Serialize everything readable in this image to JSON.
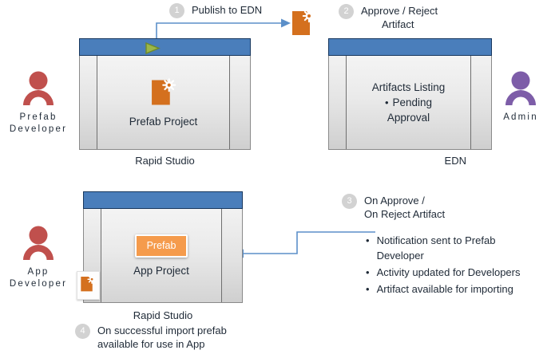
{
  "actors": [
    {
      "name": "prefab-developer",
      "label": "Prefab\nDeveloper",
      "line1": "Prefab",
      "line2": "Developer",
      "color": "#c0504d"
    },
    {
      "name": "admin",
      "label": "Admin",
      "line1": "Admin",
      "line2": "",
      "color": "#7d5da8"
    },
    {
      "name": "app-developer",
      "label": "App\nDeveloper",
      "line1": "App",
      "line2": "Developer",
      "color": "#c0504d"
    }
  ],
  "windows": {
    "prefab_project": {
      "caption": "Rapid Studio",
      "project_name": "Prefab Project",
      "icon": "artifact-icon",
      "title_icon": "play-triangle-icon"
    },
    "edn": {
      "caption": "EDN",
      "heading": "Artifacts Listing",
      "bullet": "Pending\nApproval",
      "bullet_line1": "Pending",
      "bullet_line2": "Approval"
    },
    "app_project": {
      "caption": "Rapid Studio",
      "project_name": "App Project",
      "badge": "Prefab",
      "icon": "artifact-icon"
    }
  },
  "steps": [
    {
      "number": "1",
      "line1": "Publish to EDN",
      "line2": ""
    },
    {
      "number": "2",
      "line1": "Approve / Reject",
      "line2": "Artifact"
    },
    {
      "number": "3",
      "line1": "On Approve /",
      "line2": "On Reject Artifact"
    },
    {
      "number": "4",
      "line1": "On successful import prefab",
      "line2": "available for use in App"
    }
  ],
  "outcomes": [
    {
      "line1": "Notification sent to Prefab",
      "line2": "Developer"
    },
    {
      "line1": "Activity updated for Developers",
      "line2": ""
    },
    {
      "line1": "Artifact available for importing",
      "line2": ""
    }
  ],
  "colors": {
    "title_bar": "#4a7ebb",
    "title_border": "#17375e",
    "connector": "#5b8fc9",
    "artifact_orange": "#d4701e",
    "badge_orange": "#f59b4c",
    "person_red": "#c0504d",
    "person_purple": "#7d5da8",
    "step_circle": "#d2d2d2",
    "play_green": "#8ba83e"
  }
}
